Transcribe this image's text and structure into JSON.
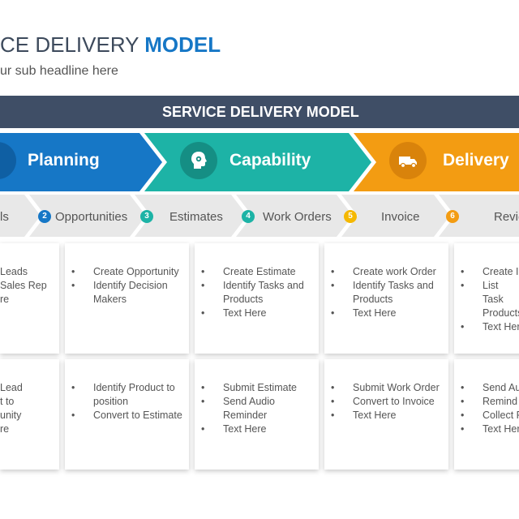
{
  "header": {
    "title_part1": "CE DELIVERY ",
    "title_part2": "MODEL",
    "subtitle": "ur sub headline here"
  },
  "banner": {
    "label": "SERVICE DELIVERY MODEL",
    "color": "#3f4e66"
  },
  "phases": [
    {
      "label": "Planning",
      "color": "#1677c6",
      "icon": "gear-icon"
    },
    {
      "label": "Capability",
      "color": "#1db3a6",
      "icon": "head-gear-icon"
    },
    {
      "label": "Delivery",
      "color": "#f39c12",
      "icon": "truck-icon"
    }
  ],
  "steps": [
    {
      "number": "",
      "label": "ls"
    },
    {
      "number": "2",
      "label": "Opportunities",
      "color": "#1677c6"
    },
    {
      "number": "3",
      "label": "Estimates",
      "color": "#1db3a6"
    },
    {
      "number": "4",
      "label": "Work Orders",
      "color": "#1db3a6"
    },
    {
      "number": "5",
      "label": "Invoice",
      "color": "#f5b800"
    },
    {
      "number": "6",
      "label": "Revie",
      "color": "#f39c12"
    }
  ],
  "cards_row1": [
    [
      "Leads",
      "Sales Rep",
      "re"
    ],
    [
      "Create Opportunity",
      "Identify Decision Makers"
    ],
    [
      "Create Estimate",
      "Identify Tasks and Products",
      "Text Here"
    ],
    [
      "Create work Order",
      "Identify Tasks and Products",
      "Text Here"
    ],
    [
      "Create I",
      "List Task Products",
      "Text Her"
    ]
  ],
  "cards_row2": [
    [
      "Lead",
      "t to",
      "unity",
      "re"
    ],
    [
      "Identify Product to position",
      "Convert to Estimate"
    ],
    [
      "Submit Estimate",
      "Send Audio Reminder",
      "Text Here"
    ],
    [
      "Submit Work Order",
      "Convert to Invoice",
      "Text Here"
    ],
    [
      "Send Au",
      "Remind",
      "Collect P",
      "Text Her"
    ]
  ]
}
